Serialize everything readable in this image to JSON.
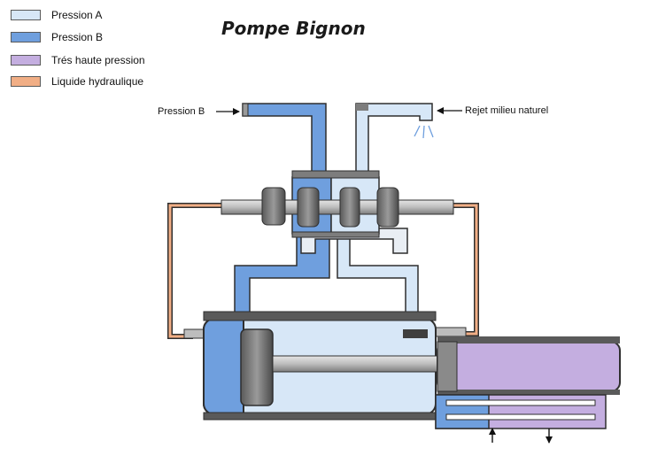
{
  "title": "Pompe Bignon",
  "legend": [
    {
      "label": "Pression A",
      "color": "#d7e7f7"
    },
    {
      "label": "Pression B",
      "color": "#6f9fde"
    },
    {
      "label": "Trés haute pression",
      "color": "#c4aee0"
    },
    {
      "label": "Liquide hydraulique",
      "color": "#f1ae85"
    }
  ],
  "callouts": {
    "pression_b": "Pression B",
    "rejet": "Rejet milieu naturel"
  },
  "colors": {
    "pression_a": "#d7e7f7",
    "pression_b": "#6f9fde",
    "tres_haute": "#c4aee0",
    "hydraulique": "#f1ae85",
    "metal_dark": "#3f3f3f",
    "metal_mid": "#8a8a8a",
    "metal_light": "#c9c9c9"
  }
}
